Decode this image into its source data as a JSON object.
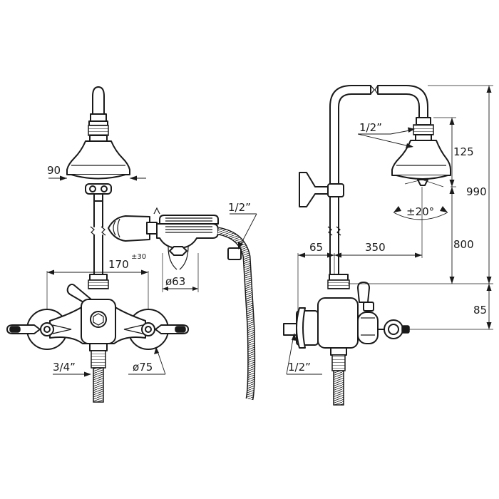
{
  "dimensions": {
    "head_width": "90",
    "pipe_thread_top": "1/2”",
    "centers": "170",
    "centers_tolerance": "±30",
    "handset_dia": "ø63",
    "inlet_thread": "3/4”",
    "flange_dia": "ø75",
    "head_thread": "1/2”",
    "head_height": "125",
    "total_height": "990",
    "head_tilt": "±20°",
    "wall_offset": "65",
    "arm_reach": "350",
    "riser_height": "800",
    "valve_height": "85",
    "wall_thread": "1/2”"
  }
}
